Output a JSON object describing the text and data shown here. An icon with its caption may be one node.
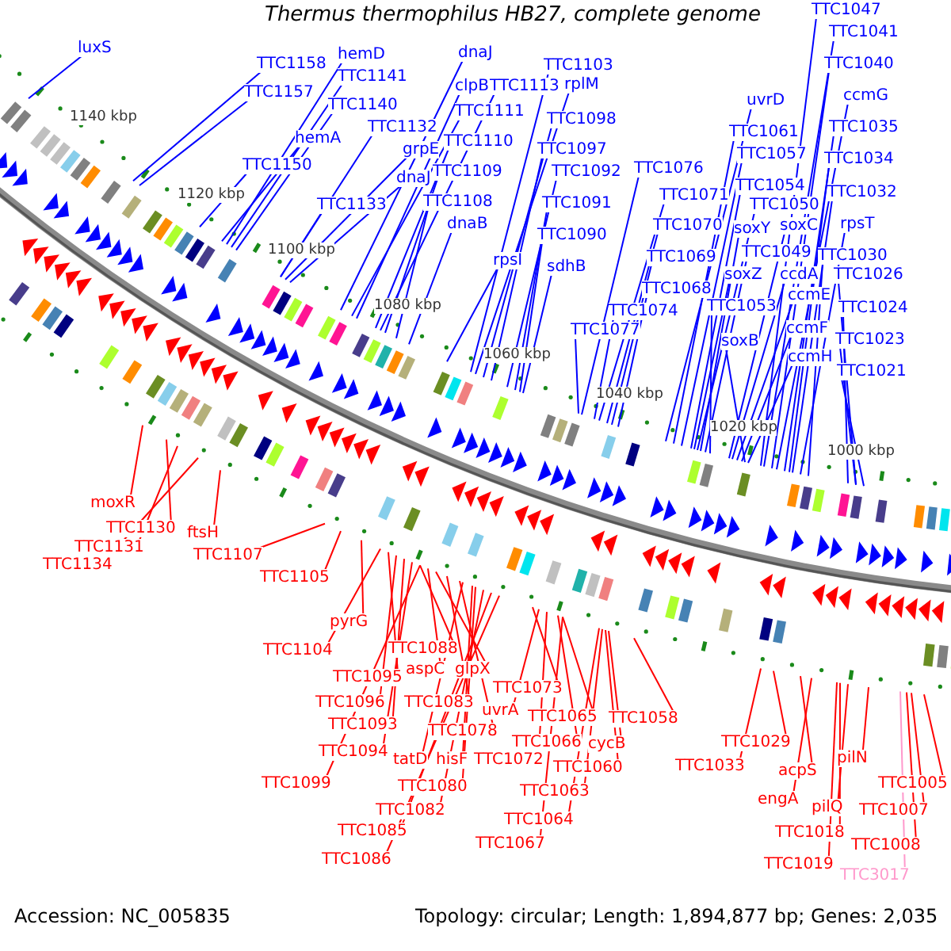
{
  "diagram": {
    "title": "Thermus thermophilus HB27, complete genome",
    "nodes": [
      {
        "text": [
          "luxS"
        ]
      },
      {
        "text": [
          "TTC1158"
        ]
      },
      {
        "text": [
          "TTC1157"
        ]
      },
      {
        "text": [
          "hemD"
        ]
      },
      {
        "text": [
          "TTC1141"
        ]
      },
      {
        "text": [
          "TTC1140"
        ]
      },
      {
        "text": [
          "hemA"
        ]
      },
      {
        "text": [
          "TTC1150"
        ]
      },
      {
        "text": [
          "TTC1132"
        ]
      },
      {
        "text": [
          "grpE"
        ]
      },
      {
        "text": [
          "dnaJ"
        ]
      },
      {
        "text": [
          "TTC1133"
        ]
      },
      {
        "text": [
          "dnaJ"
        ]
      },
      {
        "text": [
          "clpB"
        ]
      },
      {
        "text": [
          "TTC1113"
        ]
      },
      {
        "text": [
          "TTC1103"
        ]
      },
      {
        "text": [
          "rplM"
        ]
      },
      {
        "text": [
          "TTC1111"
        ]
      },
      {
        "text": [
          "TTC1098"
        ]
      },
      {
        "text": [
          "TTC1110"
        ]
      },
      {
        "text": [
          "TTC1097"
        ]
      },
      {
        "text": [
          "TTC1109"
        ]
      },
      {
        "text": [
          "TTC1092"
        ]
      },
      {
        "text": [
          "TTC1108"
        ]
      },
      {
        "text": [
          "TTC1091"
        ]
      },
      {
        "text": [
          "dnaB"
        ]
      },
      {
        "text": [
          "TTC1090"
        ]
      },
      {
        "text": [
          "rpsI"
        ]
      },
      {
        "text": [
          "sdhB"
        ]
      },
      {
        "text": [
          "TTC1077"
        ]
      },
      {
        "text": [
          "TTC1074"
        ]
      },
      {
        "text": [
          "TTC1076"
        ]
      },
      {
        "text": [
          "TTC1071"
        ]
      },
      {
        "text": [
          "TTC1070"
        ]
      },
      {
        "text": [
          "TTC1069"
        ]
      },
      {
        "text": [
          "TTC1068"
        ]
      },
      {
        "text": [
          "uvrD"
        ]
      },
      {
        "text": [
          "TTC1061"
        ]
      },
      {
        "text": [
          "TTC1057"
        ]
      },
      {
        "text": [
          "TTC1054"
        ]
      },
      {
        "text": [
          "TTC1050"
        ]
      },
      {
        "text": [
          "soxY"
        ]
      },
      {
        "text": [
          "soxC"
        ]
      },
      {
        "text": [
          "TTC1049"
        ]
      },
      {
        "text": [
          "soxZ"
        ]
      },
      {
        "text": [
          "ccdA"
        ]
      },
      {
        "text": [
          "TTC1053"
        ]
      },
      {
        "text": [
          "ccmE"
        ]
      },
      {
        "text": [
          "soxB"
        ]
      },
      {
        "text": [
          "ccmF"
        ]
      },
      {
        "text": [
          "ccmH"
        ]
      },
      {
        "text": [
          "TTC1047"
        ]
      },
      {
        "text": [
          "TTC1041"
        ]
      },
      {
        "text": [
          "TTC1040"
        ]
      },
      {
        "text": [
          "ccmG"
        ]
      },
      {
        "text": [
          "TTC1035"
        ]
      },
      {
        "text": [
          "TTC1034"
        ]
      },
      {
        "text": [
          "TTC1032"
        ]
      },
      {
        "text": [
          "rpsT"
        ]
      },
      {
        "text": [
          "TTC1030"
        ]
      },
      {
        "text": [
          "TTC1026"
        ]
      },
      {
        "text": [
          "TTC1024"
        ]
      },
      {
        "text": [
          "TTC1023"
        ]
      },
      {
        "text": [
          "TTC1021"
        ]
      },
      {
        "text": [
          "moxR"
        ]
      },
      {
        "text": [
          "TTC1130"
        ]
      },
      {
        "text": [
          "ftsH"
        ]
      },
      {
        "text": [
          "TTC1131"
        ]
      },
      {
        "text": [
          "TTC1107"
        ]
      },
      {
        "text": [
          "TTC1134"
        ]
      },
      {
        "text": [
          "TTC1105"
        ]
      },
      {
        "text": [
          "pyrG"
        ]
      },
      {
        "text": [
          "TTC1104"
        ]
      },
      {
        "text": [
          "TTC1088"
        ]
      },
      {
        "text": [
          "TTC1095"
        ]
      },
      {
        "text": [
          "aspC"
        ]
      },
      {
        "text": [
          "glpX"
        ]
      },
      {
        "text": [
          "TTC1096"
        ]
      },
      {
        "text": [
          "TTC1073"
        ]
      },
      {
        "text": [
          "TTC1083"
        ]
      },
      {
        "text": [
          "uvrA"
        ]
      },
      {
        "text": [
          "TTC1058"
        ]
      },
      {
        "text": [
          "TTC1065"
        ]
      },
      {
        "text": [
          "TTC1093"
        ]
      },
      {
        "text": [
          "TTC1078"
        ]
      },
      {
        "text": [
          "TTC1066"
        ]
      },
      {
        "text": [
          "cycB"
        ]
      },
      {
        "text": [
          "TTC1033"
        ]
      },
      {
        "text": [
          "TTC1029"
        ]
      },
      {
        "text": [
          "TTC1094"
        ]
      },
      {
        "text": [
          "tatD"
        ]
      },
      {
        "text": [
          "hisF"
        ]
      },
      {
        "text": [
          "TTC1072"
        ]
      },
      {
        "text": [
          "TTC1060"
        ]
      },
      {
        "text": [
          "acpS"
        ]
      },
      {
        "text": [
          "pilN"
        ]
      },
      {
        "text": [
          "TTC1005"
        ]
      },
      {
        "text": [
          "TTC1099"
        ]
      },
      {
        "text": [
          "TTC1080"
        ]
      },
      {
        "text": [
          "TTC1063"
        ]
      },
      {
        "text": [
          "engA"
        ]
      },
      {
        "text": [
          "pilQ"
        ]
      },
      {
        "text": [
          "TTC1007"
        ]
      },
      {
        "text": [
          "TTC1082"
        ]
      },
      {
        "text": [
          "TTC1064"
        ]
      },
      {
        "text": [
          "TTC1018"
        ]
      },
      {
        "text": [
          "TTC1085"
        ]
      },
      {
        "text": [
          "TTC1067"
        ]
      },
      {
        "text": [
          "TTC1008"
        ]
      },
      {
        "text": [
          "TTC1086"
        ]
      },
      {
        "text": [
          "TTC1019"
        ]
      },
      {
        "text": [
          "TTC3017"
        ]
      }
    ],
    "edges": [
      {
        "from": 0,
        "to": null,
        "arrow": "none"
      },
      {
        "from": 1,
        "to": null,
        "arrow": "none"
      },
      {
        "from": 2,
        "to": null,
        "arrow": "none"
      },
      {
        "from": 3,
        "to": null,
        "arrow": "none"
      },
      {
        "from": 4,
        "to": null,
        "arrow": "none"
      },
      {
        "from": 5,
        "to": null,
        "arrow": "none"
      },
      {
        "from": 6,
        "to": null,
        "arrow": "none"
      },
      {
        "from": 7,
        "to": null,
        "arrow": "none"
      },
      {
        "from": 8,
        "to": null,
        "arrow": "none"
      },
      {
        "from": 9,
        "to": null,
        "arrow": "none"
      },
      {
        "from": 10,
        "to": null,
        "arrow": "none"
      },
      {
        "from": 11,
        "to": null,
        "arrow": "none"
      },
      {
        "from": 12,
        "to": null,
        "arrow": "none"
      },
      {
        "from": 13,
        "to": null,
        "arrow": "none"
      },
      {
        "from": 14,
        "to": null,
        "arrow": "none"
      },
      {
        "from": 15,
        "to": null,
        "arrow": "none"
      },
      {
        "from": 16,
        "to": null,
        "arrow": "none"
      },
      {
        "from": 17,
        "to": null,
        "arrow": "none"
      },
      {
        "from": 18,
        "to": null,
        "arrow": "none"
      },
      {
        "from": 19,
        "to": null,
        "arrow": "none"
      },
      {
        "from": 20,
        "to": null,
        "arrow": "none"
      },
      {
        "from": 21,
        "to": null,
        "arrow": "none"
      },
      {
        "from": 22,
        "to": null,
        "arrow": "none"
      },
      {
        "from": 23,
        "to": null,
        "arrow": "none"
      },
      {
        "from": 24,
        "to": null,
        "arrow": "none"
      },
      {
        "from": 25,
        "to": null,
        "arrow": "none"
      },
      {
        "from": 26,
        "to": null,
        "arrow": "none"
      },
      {
        "from": 27,
        "to": null,
        "arrow": "none"
      },
      {
        "from": 28,
        "to": null,
        "arrow": "none"
      },
      {
        "from": 29,
        "to": null,
        "arrow": "none"
      },
      {
        "from": 30,
        "to": null,
        "arrow": "none"
      },
      {
        "from": 31,
        "to": null,
        "arrow": "none"
      },
      {
        "from": 32,
        "to": null,
        "arrow": "none"
      },
      {
        "from": 33,
        "to": null,
        "arrow": "none"
      },
      {
        "from": 34,
        "to": null,
        "arrow": "none"
      },
      {
        "from": 35,
        "to": null,
        "arrow": "none"
      },
      {
        "from": 36,
        "to": null,
        "arrow": "none"
      },
      {
        "from": 37,
        "to": null,
        "arrow": "none"
      },
      {
        "from": 38,
        "to": null,
        "arrow": "none"
      },
      {
        "from": 39,
        "to": null,
        "arrow": "none"
      },
      {
        "from": 40,
        "to": null,
        "arrow": "none"
      },
      {
        "from": 41,
        "to": null,
        "arrow": "none"
      },
      {
        "from": 42,
        "to": null,
        "arrow": "none"
      },
      {
        "from": 43,
        "to": null,
        "arrow": "none"
      },
      {
        "from": 44,
        "to": null,
        "arrow": "none"
      },
      {
        "from": 45,
        "to": null,
        "arrow": "none"
      },
      {
        "from": 46,
        "to": null,
        "arrow": "none"
      },
      {
        "from": 47,
        "to": null,
        "arrow": "none"
      },
      {
        "from": 48,
        "to": null,
        "arrow": "none"
      },
      {
        "from": 49,
        "to": null,
        "arrow": "none"
      },
      {
        "from": 50,
        "to": null,
        "arrow": "none"
      },
      {
        "from": 51,
        "to": null,
        "arrow": "none"
      },
      {
        "from": 52,
        "to": null,
        "arrow": "none"
      },
      {
        "from": 53,
        "to": null,
        "arrow": "none"
      },
      {
        "from": 54,
        "to": null,
        "arrow": "none"
      },
      {
        "from": 55,
        "to": null,
        "arrow": "none"
      },
      {
        "from": 56,
        "to": null,
        "arrow": "none"
      },
      {
        "from": 57,
        "to": null,
        "arrow": "none"
      },
      {
        "from": 58,
        "to": null,
        "arrow": "none"
      },
      {
        "from": 59,
        "to": null,
        "arrow": "none"
      },
      {
        "from": 60,
        "to": null,
        "arrow": "none"
      },
      {
        "from": 61,
        "to": null,
        "arrow": "none"
      },
      {
        "from": 62,
        "to": null,
        "arrow": "none"
      },
      {
        "from": 63,
        "to": null,
        "arrow": "none"
      },
      {
        "from": 64,
        "to": null,
        "arrow": "none",
        "color": "#ff0000"
      },
      {
        "from": 65,
        "to": null,
        "arrow": "none",
        "color": "#ff0000"
      },
      {
        "from": 66,
        "to": null,
        "arrow": "none",
        "color": "#ff0000"
      },
      {
        "from": 67,
        "to": null,
        "arrow": "none",
        "color": "#ff0000"
      },
      {
        "from": 68,
        "to": null,
        "arrow": "none",
        "color": "#ff0000"
      },
      {
        "from": 69,
        "to": null,
        "arrow": "none",
        "color": "#ff0000"
      },
      {
        "from": 70,
        "to": null,
        "arrow": "none",
        "color": "#ff0000"
      },
      {
        "from": 71,
        "to": null,
        "arrow": "none",
        "color": "#ff0000"
      },
      {
        "from": 72,
        "to": null,
        "arrow": "none",
        "color": "#ff0000"
      },
      {
        "from": 73,
        "to": null,
        "arrow": "none",
        "color": "#ff0000"
      },
      {
        "from": 74,
        "to": null,
        "arrow": "none",
        "color": "#ff0000"
      },
      {
        "from": 75,
        "to": null,
        "arrow": "none",
        "color": "#ff0000"
      },
      {
        "from": 76,
        "to": null,
        "arrow": "none",
        "color": "#ff0000"
      },
      {
        "from": 77,
        "to": null,
        "arrow": "none",
        "color": "#ff0000"
      },
      {
        "from": 78,
        "to": null,
        "arrow": "none",
        "color": "#ff0000"
      },
      {
        "from": 79,
        "to": null,
        "arrow": "none",
        "color": "#ff0000"
      },
      {
        "from": 80,
        "to": null,
        "arrow": "none",
        "color": "#ff0000"
      },
      {
        "from": 81,
        "to": null,
        "arrow": "none",
        "color": "#ff0000"
      },
      {
        "from": 82,
        "to": null,
        "arrow": "none",
        "color": "#ff0000"
      },
      {
        "from": 83,
        "to": null,
        "arrow": "none",
        "color": "#ff0000"
      },
      {
        "from": 84,
        "to": null,
        "arrow": "none",
        "color": "#ff0000"
      },
      {
        "from": 85,
        "to": null,
        "arrow": "none",
        "color": "#ff0000"
      },
      {
        "from": 86,
        "to": null,
        "arrow": "none",
        "color": "#ff0000"
      },
      {
        "from": 87,
        "to": null,
        "arrow": "none",
        "color": "#ff0000"
      },
      {
        "from": 88,
        "to": null,
        "arrow": "none",
        "color": "#ff0000"
      },
      {
        "from": 89,
        "to": null,
        "arrow": "none",
        "color": "#ff0000"
      },
      {
        "from": 90,
        "to": null,
        "arrow": "none",
        "color": "#ff0000"
      },
      {
        "from": 91,
        "to": null,
        "arrow": "none",
        "color": "#ff0000"
      },
      {
        "from": 92,
        "to": null,
        "arrow": "none",
        "color": "#ff0000"
      },
      {
        "from": 93,
        "to": null,
        "arrow": "none",
        "color": "#ff0000"
      },
      {
        "from": 94,
        "to": null,
        "arrow": "none",
        "color": "#ff0000"
      },
      {
        "from": 95,
        "to": null,
        "arrow": "none",
        "color": "#ff0000"
      },
      {
        "from": 96,
        "to": null,
        "arrow": "none",
        "color": "#ff0000"
      },
      {
        "from": 97,
        "to": null,
        "arrow": "none",
        "color": "#ff0000"
      },
      {
        "from": 98,
        "to": null,
        "arrow": "none",
        "color": "#ff0000"
      },
      {
        "from": 99,
        "to": null,
        "arrow": "none",
        "color": "#ff0000"
      },
      {
        "from": 100,
        "to": null,
        "arrow": "none",
        "color": "#ff0000"
      },
      {
        "from": 101,
        "to": null,
        "arrow": "none",
        "color": "#ff0000"
      },
      {
        "from": 102,
        "to": null,
        "arrow": "none",
        "color": "#ff0000"
      },
      {
        "from": 103,
        "to": null,
        "arrow": "none",
        "color": "#ff0000"
      },
      {
        "from": 104,
        "to": null,
        "arrow": "none",
        "color": "#ff0000"
      },
      {
        "from": 105,
        "to": null,
        "arrow": "none",
        "color": "#ff0000"
      },
      {
        "from": 106,
        "to": null,
        "arrow": "none",
        "color": "#ff0000"
      },
      {
        "from": 107,
        "to": null,
        "arrow": "none",
        "color": "#ff0000"
      },
      {
        "from": 108,
        "to": null,
        "arrow": "none",
        "color": "#ff0000"
      },
      {
        "from": 109,
        "to": null,
        "arrow": "none",
        "color": "#ff0000"
      },
      {
        "from": 110,
        "to": null,
        "arrow": "none",
        "color": "#ff0000"
      },
      {
        "from": 111,
        "to": null,
        "arrow": "none",
        "color": "#ff99cc"
      }
    ],
    "labels": [
      "1140 kbp",
      "1120 kbp",
      "1100 kbp",
      "1080 kbp",
      "1060 kbp",
      "1040 kbp",
      "1020 kbp",
      "1000 kbp",
      "Accession: NC_005835",
      "Topology: circular; Length: 1,894,877 bp; Genes: 2,035"
    ]
  }
}
